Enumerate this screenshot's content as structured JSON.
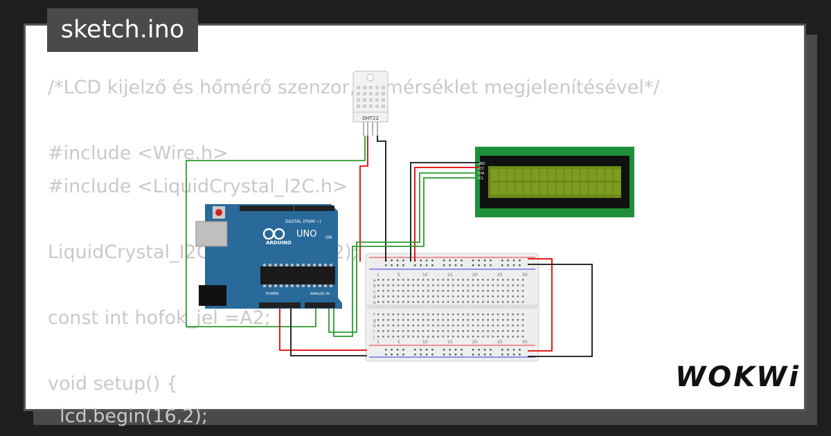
{
  "title": "sketch.ino",
  "code_lines": [
    "/*LCD kijelző és hőmérő szenzor, hőmérséklet megjelenítésével*/",
    "",
    "#include <Wire.h>",
    "#include <LiquidCrystal_I2C.h>",
    "",
    "LiquidCrystal_I2C lcd(0x27,16,2);",
    "",
    "const int hofok_jel =A2;",
    "",
    "void setup() {",
    "  lcd.begin(16,2);"
  ],
  "components": {
    "sensor_label": "DHT22",
    "arduino_brand": "ARDUINO",
    "arduino_model": "UNO",
    "digital_label": "DIGITAL (PWM ~)",
    "power_label": "POWER",
    "analog_label": "ANALOG IN",
    "on_label": "ON",
    "lcd_pins": [
      "GND",
      "VCC",
      "SDA",
      "SCL"
    ]
  },
  "breadboard": {
    "column_numbers": [
      "1",
      "5",
      "10",
      "15",
      "20",
      "25",
      "30"
    ],
    "row_letters_top": [
      "a",
      "b",
      "c",
      "d",
      "e"
    ],
    "row_letters_bottom": [
      "f",
      "g",
      "h",
      "i",
      "j"
    ]
  },
  "logo": "WOKWi",
  "colors": {
    "page_bg": "#1e1e1e",
    "card_bg": "#ffffff",
    "tag_bg": "#4a4a4a",
    "code_text": "#c9c9c9",
    "arduino_blue": "#2a6a9a",
    "lcd_green": "#1f8f3a",
    "lcd_screen": "#6b8a1a",
    "wire_red": "#e00000",
    "wire_green": "#2a9a2a",
    "wire_black": "#111111"
  }
}
